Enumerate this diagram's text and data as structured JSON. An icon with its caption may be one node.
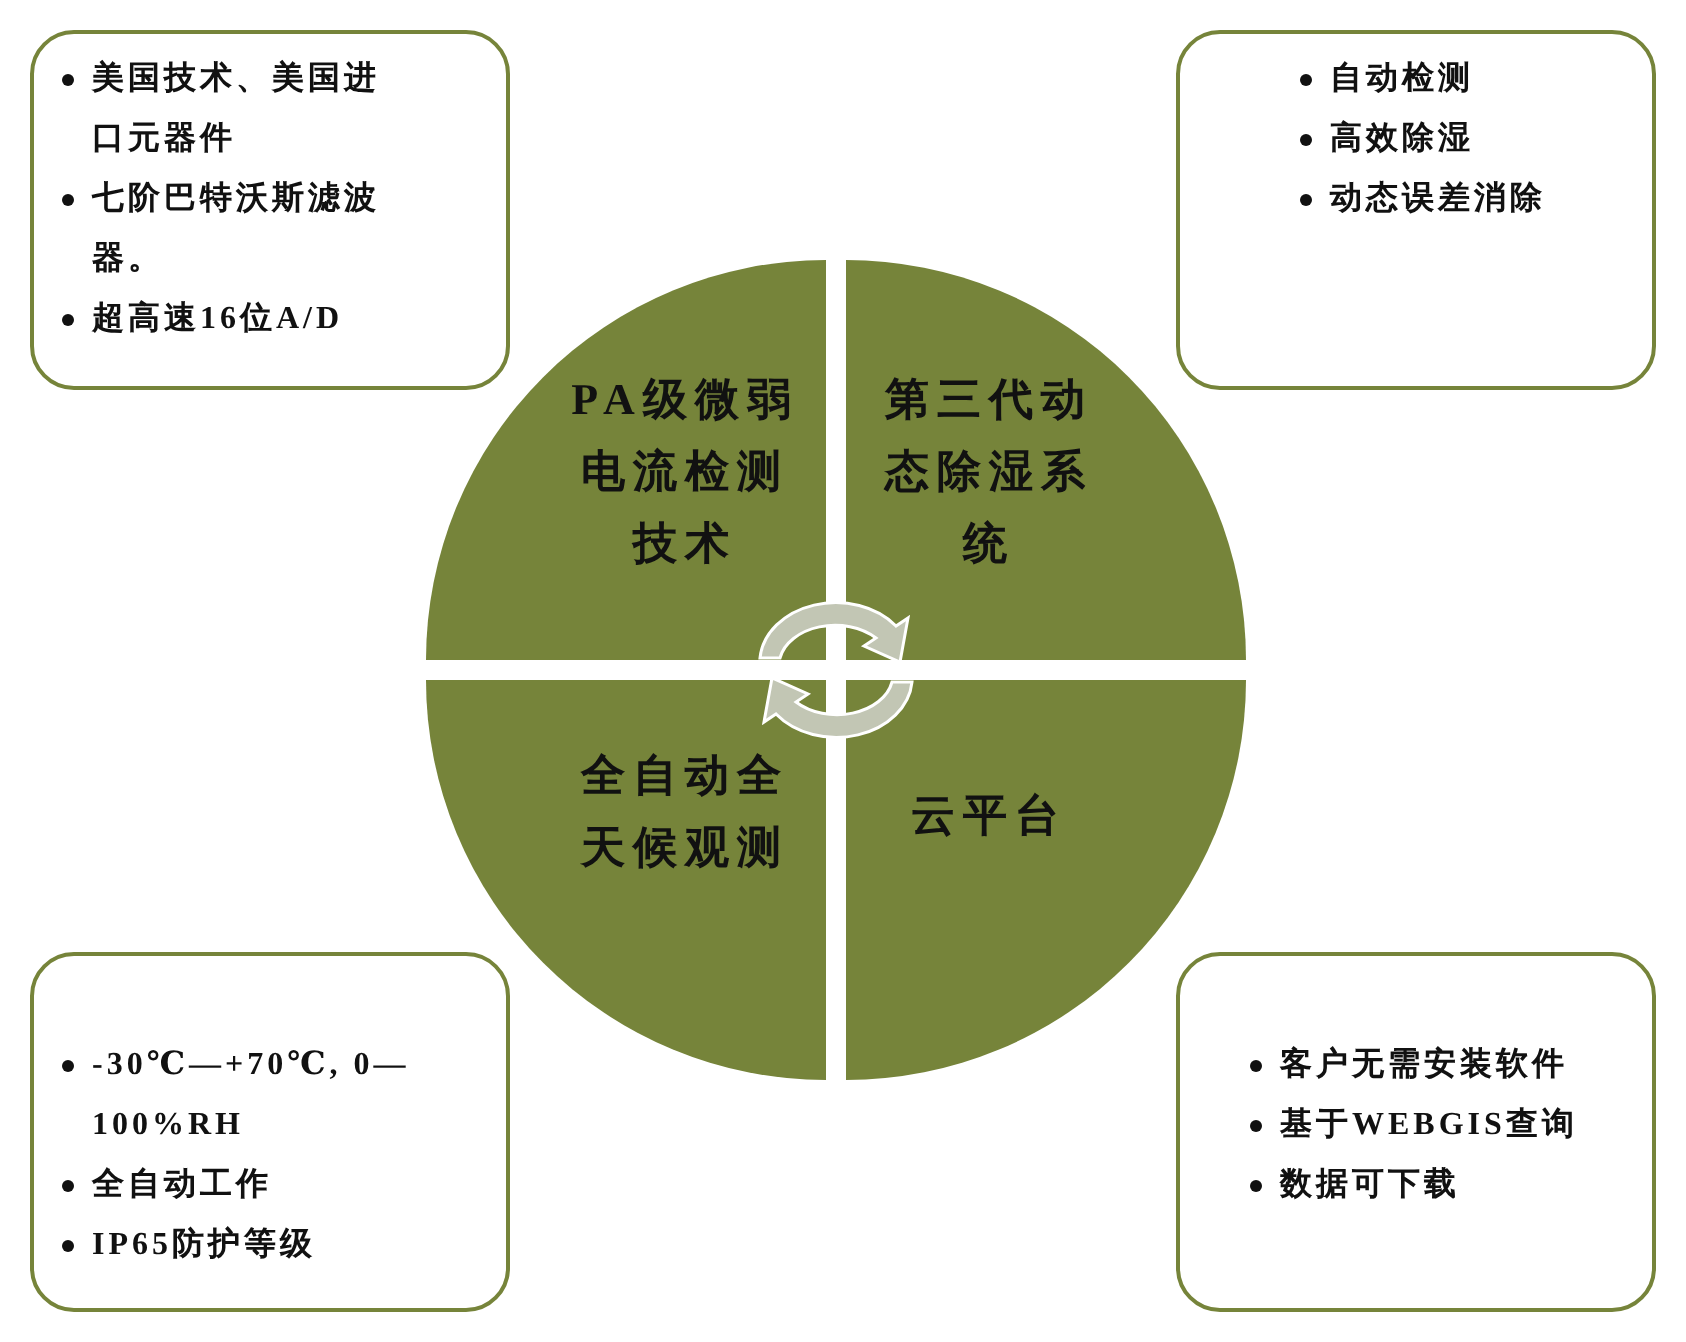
{
  "diagram": {
    "nodes": [
      {
        "text": [
          "美国技术、美国进口元器件",
          "七阶巴特沃斯滤波器。",
          "超高速16位A/D"
        ]
      },
      {
        "text": [
          "自动检测",
          "高效除湿",
          "动态误差消除"
        ]
      },
      {
        "text": [
          "PA级微弱电流检测技术"
        ]
      },
      {
        "text": [
          "第三代动态除湿系统"
        ]
      },
      {
        "text": [
          "全自动全天候观测"
        ]
      },
      {
        "text": [
          "云平台"
        ]
      },
      {
        "text": [
          "-30℃—+70℃, 0—100%RH",
          "全自动工作",
          "IP65防护等级"
        ]
      },
      {
        "text": [
          "客户无需安装软件",
          "基于WEBGIS查询",
          "数据可下载"
        ]
      }
    ]
  }
}
